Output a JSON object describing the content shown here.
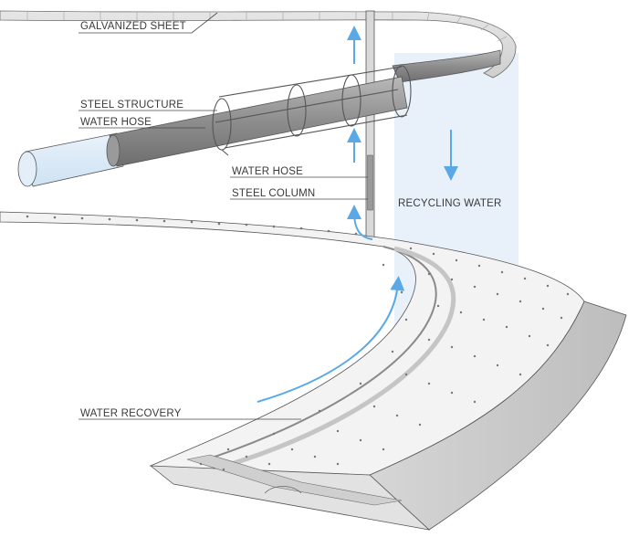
{
  "labels": {
    "galvanized_sheet": "GALVANIZED SHEET",
    "steel_structure": "STEEL STRUCTURE",
    "water_hose_main": "WATER HOSE",
    "water_hose_column": "WATER HOSE",
    "steel_column": "STEEL COLUMN",
    "recycling_water": "RECYCLING WATER",
    "water_recovery": "WATER RECOVERY"
  },
  "colors": {
    "water_blue": "#5aa9e6",
    "water_panel": "#dbe9f7",
    "hose_dark": "#8a8a8a",
    "surface": "#f4f4f4",
    "outline": "#555555"
  }
}
